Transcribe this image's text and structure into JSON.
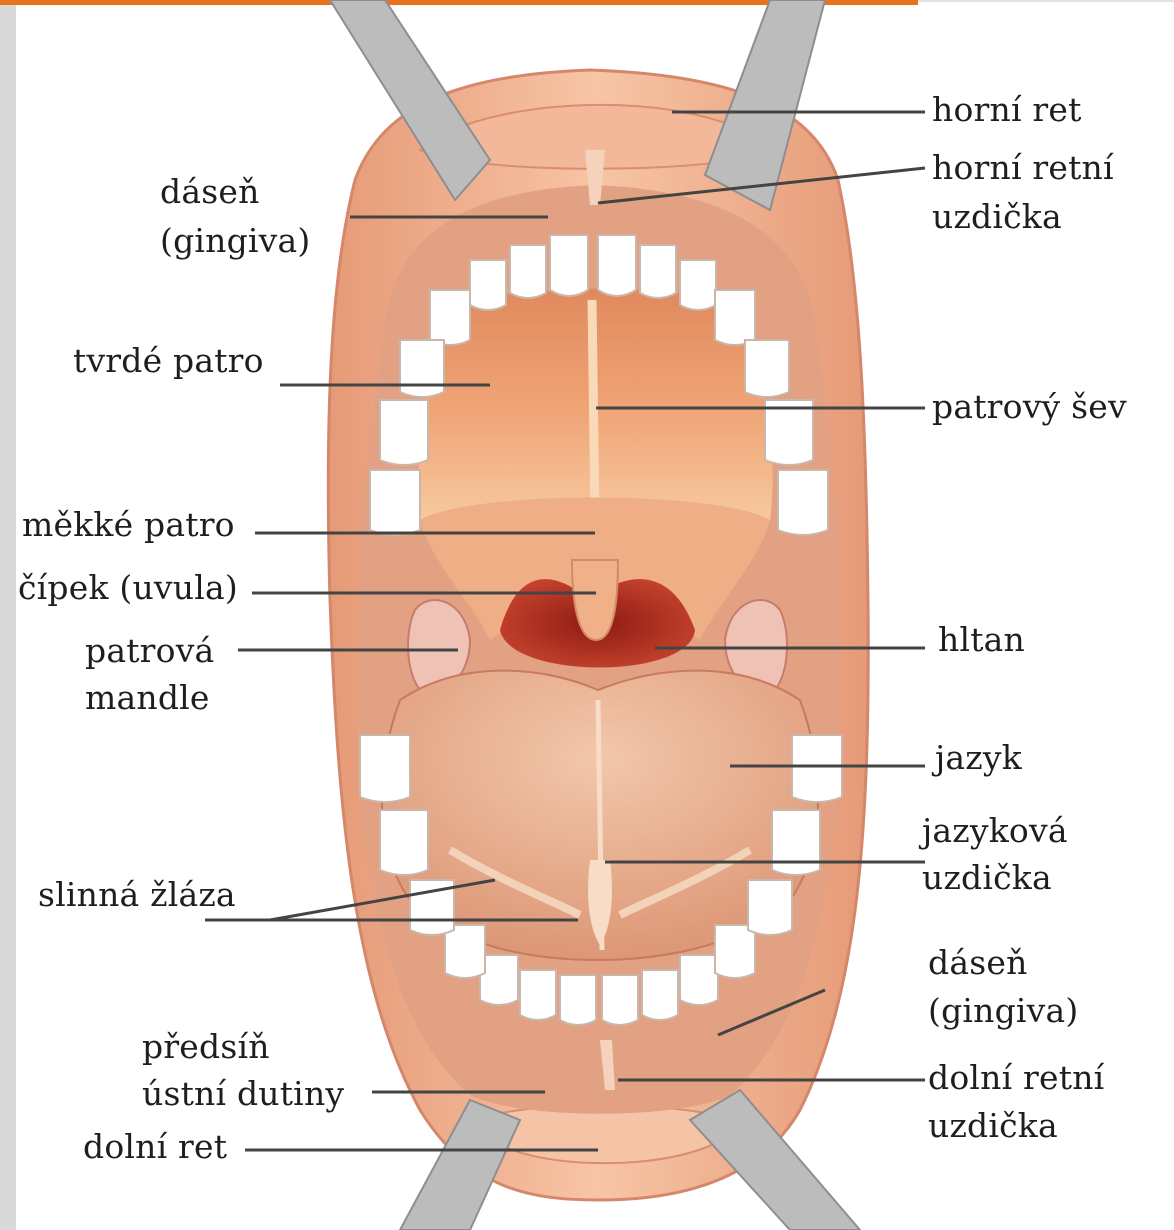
{
  "labels": {
    "upper_lip": "horní ret",
    "upper_frenulum_1": "horní retní",
    "upper_frenulum_2": "uzdička",
    "gum_top_1": "dáseň",
    "gum_top_2": "(gingiva)",
    "hard_palate": "tvrdé patro",
    "palatal_raphe": "patrový šev",
    "soft_palate": "měkké patro",
    "uvula": "čípek (uvula)",
    "pharynx": "hltan",
    "tonsil_1": "patrová",
    "tonsil_2": "mandle",
    "tongue": "jazyk",
    "tongue_frenulum_1": "jazyková",
    "tongue_frenulum_2": "uzdička",
    "salivary_gland": "slinná žláza",
    "gum_bottom_1": "dáseň",
    "gum_bottom_2": "(gingiva)",
    "vestibule_1": "předsíň",
    "vestibule_2": "ústní dutiny",
    "lower_frenulum_1": "dolní retní",
    "lower_frenulum_2": "uzdička",
    "lower_lip": "dolní ret"
  },
  "colors": {
    "accent_bar": "#e8731f",
    "lips": "#f2b692",
    "mouth_cavity": "#c06048",
    "palate": "#f0a678",
    "teeth": "#ffffff",
    "throat": "#b02a1e",
    "tongue": "#eab497",
    "retractor": "#b9b9b9",
    "leader_line": "#444444"
  }
}
